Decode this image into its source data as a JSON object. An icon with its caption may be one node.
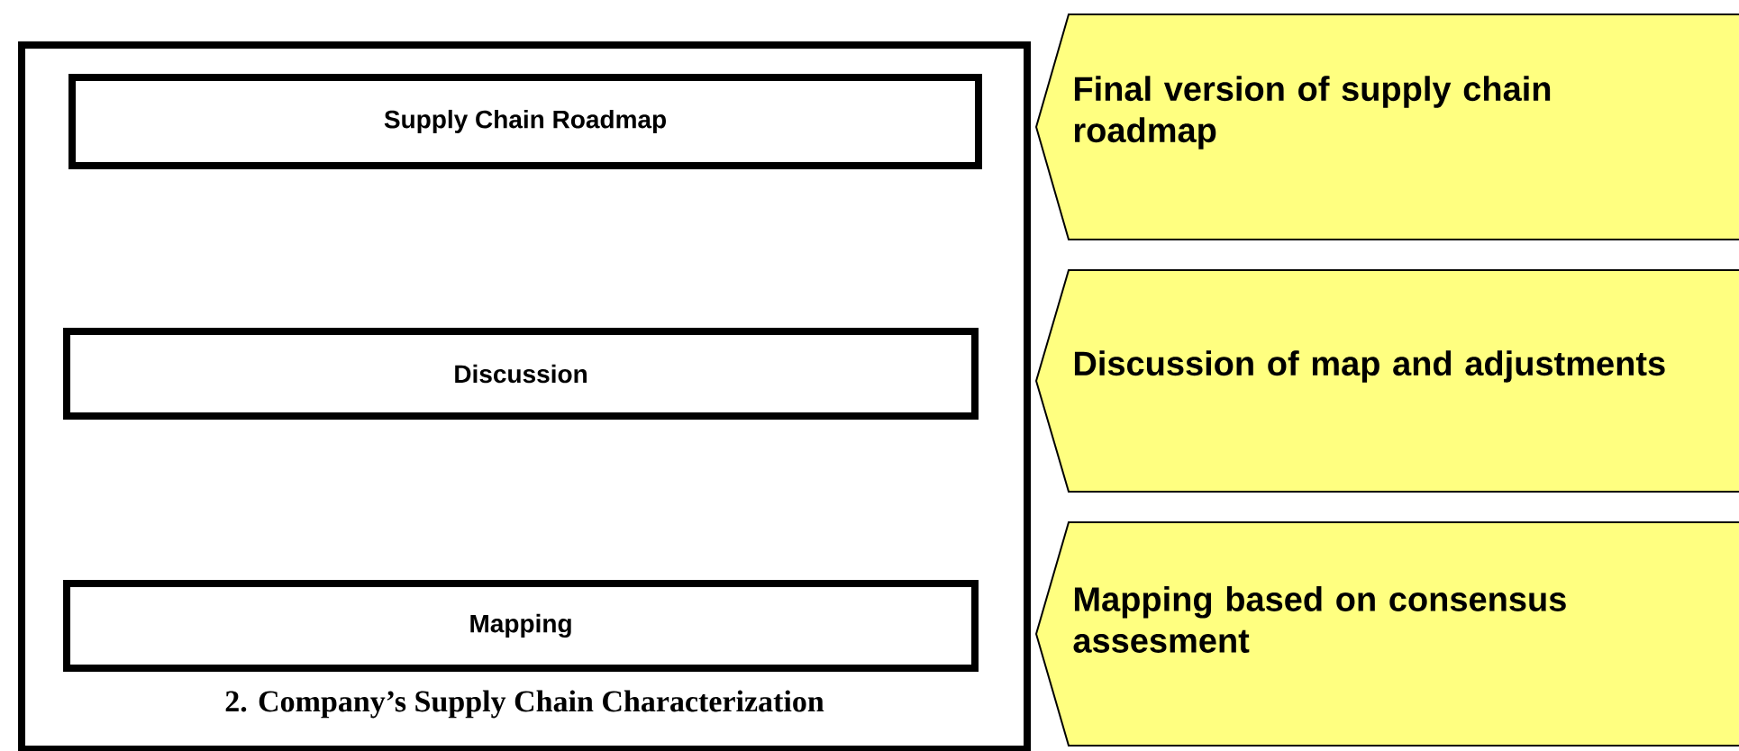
{
  "diagram": {
    "nodes": [
      {
        "text": [
          "2. Company’s Supply Chain Characterization"
        ]
      },
      {
        "text": [
          "Supply Chain Roadmap"
        ],
        "in": 0
      },
      {
        "text": [
          "Discussion"
        ],
        "in": 0
      },
      {
        "text": [
          "Mapping"
        ],
        "in": 0
      },
      {
        "text": [
          "Final version of supply chain roadmap"
        ]
      },
      {
        "text": [
          "Discussion of map and adjustments"
        ]
      },
      {
        "text": [
          "Mapping based on consensus assesment"
        ]
      }
    ]
  }
}
